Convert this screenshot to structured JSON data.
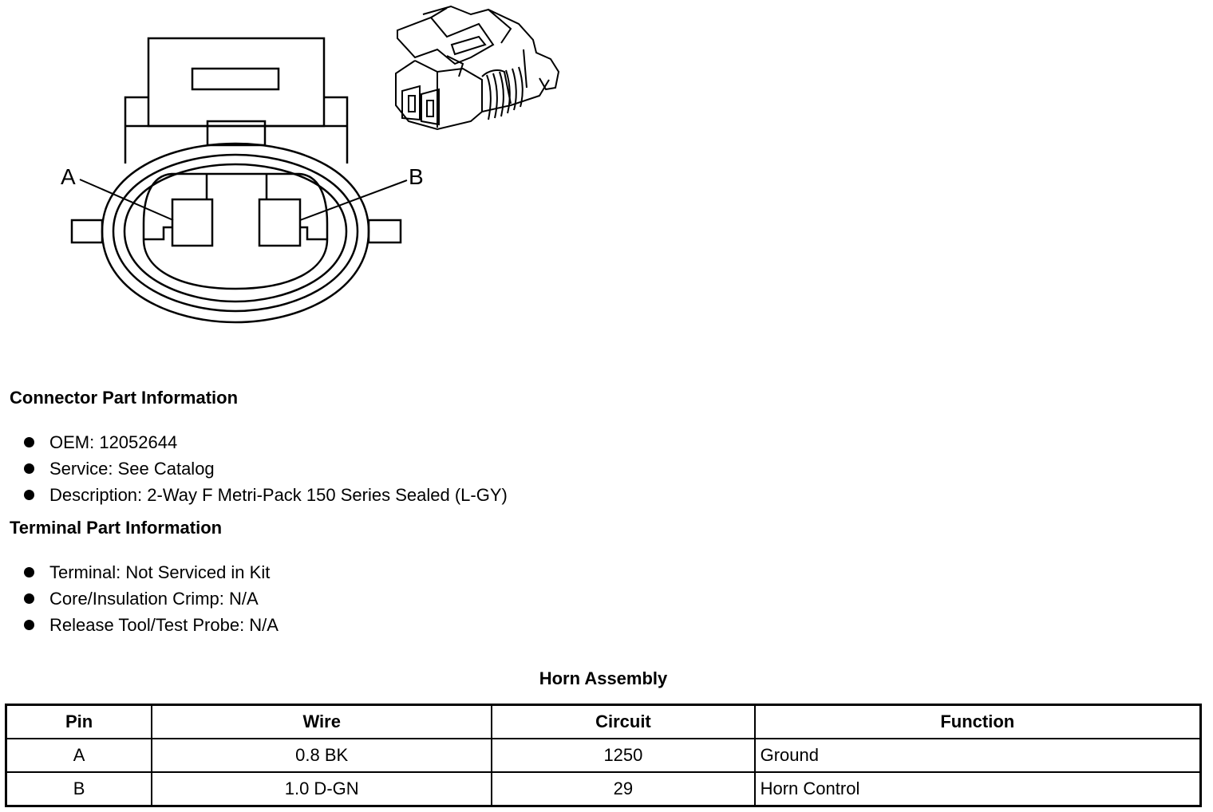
{
  "diagram": {
    "pin_labels": [
      "A",
      "B"
    ]
  },
  "connector": {
    "heading": "Connector Part Information",
    "items": [
      "OEM: 12052644",
      "Service: See Catalog",
      "Description: 2-Way F Metri-Pack 150 Series Sealed (L-GY)"
    ]
  },
  "terminal": {
    "heading": "Terminal Part Information",
    "items": [
      "Terminal: Not Serviced in Kit",
      "Core/Insulation Crimp: N/A",
      "Release Tool/Test Probe: N/A"
    ]
  },
  "table": {
    "title": "Horn Assembly",
    "headers": [
      "Pin",
      "Wire",
      "Circuit",
      "Function"
    ],
    "rows": [
      [
        "A",
        "0.8 BK",
        "1250",
        "Ground"
      ],
      [
        "B",
        "1.0 D-GN",
        "29",
        "Horn Control"
      ]
    ]
  }
}
